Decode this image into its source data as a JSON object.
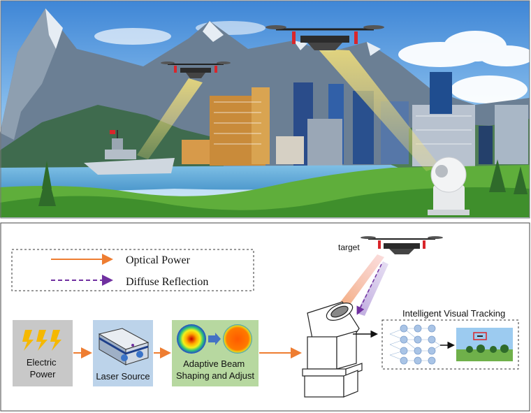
{
  "legend": {
    "optical_power": "Optical Power",
    "diffuse_reflection": "Diffuse Reflection"
  },
  "blocks": {
    "electric_power": "Electric\nPower",
    "laser_source": "Laser Source",
    "beam_shaping": "Adaptive Beam\nShaping and Adjust"
  },
  "labels": {
    "target": "target",
    "tracking": "Intelligent Visual Tracking"
  },
  "colors": {
    "optical_arrow": "#ee7d31",
    "diffuse_arrow": "#7030a0",
    "electric_bg": "#c8c8c8",
    "laser_bg": "#bcd3ea",
    "beam_bg": "#b7d8a0",
    "bolt": "#f5b800"
  }
}
